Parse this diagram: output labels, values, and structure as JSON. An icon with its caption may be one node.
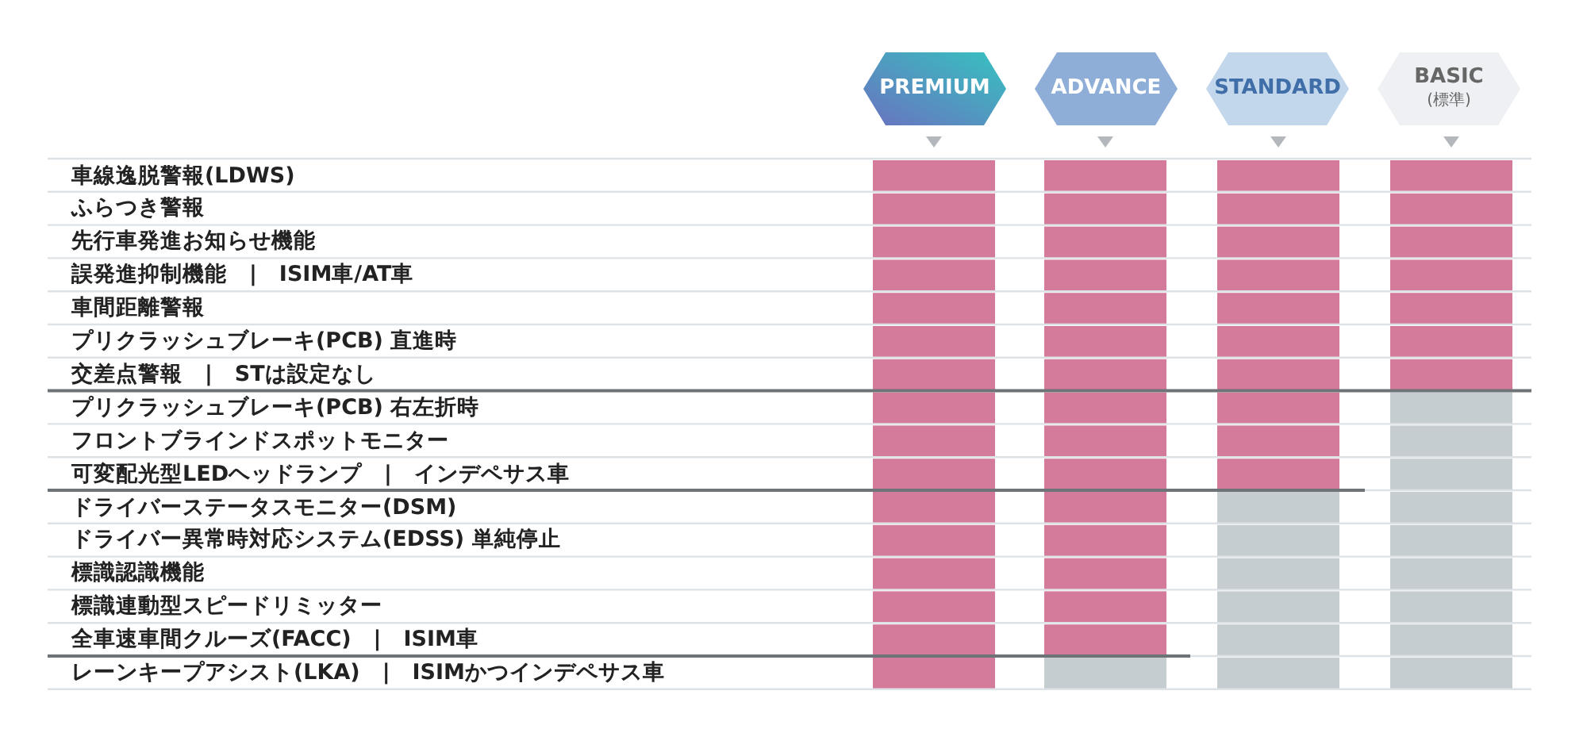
{
  "diagram": {
    "nodes": [
      {
        "text": [
          "PREMIUM"
        ]
      },
      {
        "text": [
          "ADVANCE"
        ]
      },
      {
        "text": [
          "STANDARD"
        ]
      },
      {
        "text": [
          "BASIC",
          "(標準)"
        ]
      }
    ],
    "labels": [
      "車線逸脱警報(LDWS)",
      "ふらつき警報",
      "先行車発進お知らせ機能",
      "誤発進抑制機能　|　ISIM車/AT車",
      "車間距離警報",
      "プリクラッシュブレーキ(PCB)  直進時",
      "交差点警報　|　STは設定なし",
      "プリクラッシュブレーキ(PCB)  右左折時",
      "フロントブラインドスポットモニター",
      "可変配光型LEDヘッドランプ　|　インデペサス車",
      "ドライバーステータスモニター(DSM)",
      "ドライバー異常時対応システム(EDSS)  単純停止",
      "標識認識機能",
      "標識連動型スピードリミッター",
      "全車速車間クルーズ(FACC)　|　ISIM車",
      "レーンキープアシスト(LKA)　|　ISIMかつインデペサス車"
    ]
  }
}
